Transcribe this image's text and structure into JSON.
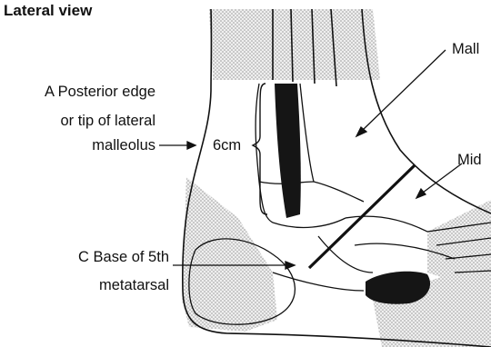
{
  "title": "Lateral view",
  "labels": {
    "posterior_edge": [
      "A Posterior edge",
      "or tip of lateral",
      "malleolus"
    ],
    "measure": "6cm",
    "base_5th": [
      "C Base of 5th",
      "metatarsal"
    ],
    "mall": "Mall",
    "mid": "Mid"
  },
  "colors": {
    "stipple": "#cfcfcf",
    "ink": "#111111",
    "black_fill": "#151515"
  }
}
